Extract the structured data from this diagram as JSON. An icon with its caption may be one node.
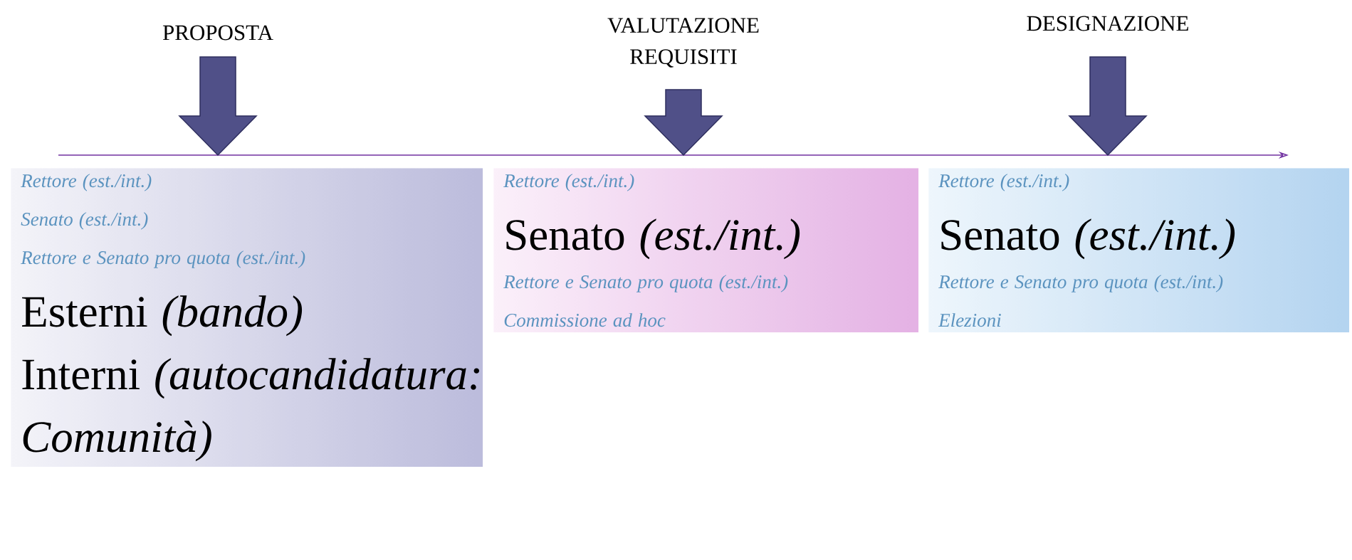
{
  "diagram": {
    "nodes": [
      {
        "text": [
          "Rettore (est./int.)",
          "Senato (est./int.)",
          "Rettore e Senato pro quota (est./int.)",
          "Esterni *(bando)*",
          "Interni *(autocandidatura: Comunità)*"
        ]
      },
      {
        "text": [
          "Rettore (est./int.)",
          "Senato *(est./int.)*",
          "Rettore e Senato pro quota (est./int.)",
          "Commissione ad hoc"
        ]
      },
      {
        "text": [
          "Rettore (est./int.)",
          "Senato *(est./int.)*",
          "Rettore e Senato pro quota (est./int.)",
          "Elezioni"
        ]
      }
    ],
    "labels": [
      "PROPOSTA",
      "VALUTAZIONE REQUISITI",
      "DESIGNAZIONE"
    ]
  }
}
